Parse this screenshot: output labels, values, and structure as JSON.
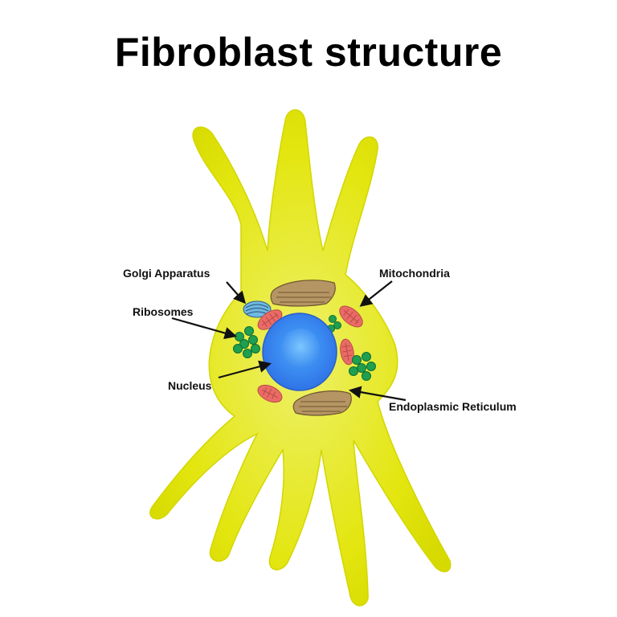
{
  "title": "Fibroblast structure",
  "labels": {
    "golgi": "Golgi Apparatus",
    "ribosomes": "Ribosomes",
    "nucleus": "Nucleus",
    "mitochondria": "Mitochondria",
    "er": "Endoplasmic Reticulum"
  },
  "colors": {
    "cell_body": "#e3e60f",
    "cell_outline": "#d6d800",
    "nucleus_outer": "#2f73e6",
    "nucleus_inner": "#49a8ff",
    "mitochondria": "#ea6b66",
    "ribosome": "#1f9f4f",
    "golgi": "#5aa9d6",
    "er": "#9a7a49",
    "arrow": "#111111"
  }
}
